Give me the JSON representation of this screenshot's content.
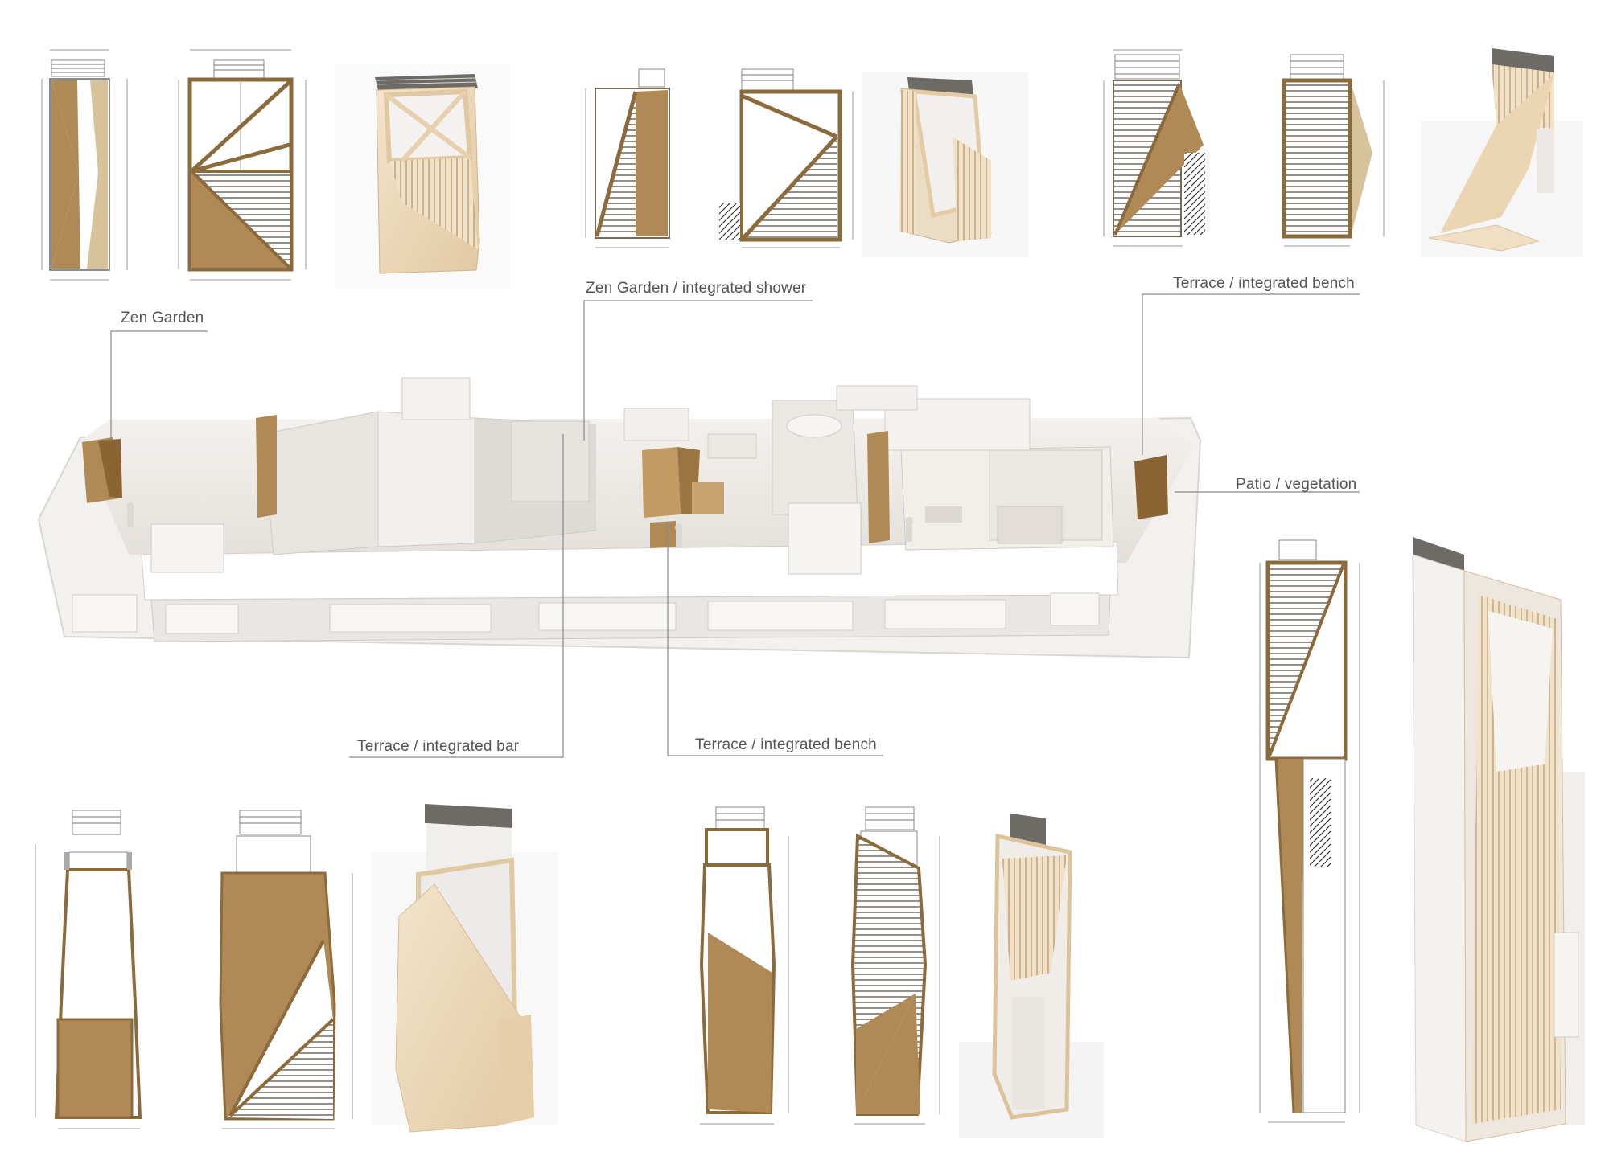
{
  "labels": {
    "zen_garden": "Zen Garden",
    "zen_garden_shower": "Zen Garden / integrated shower",
    "terrace_bench_top": "Terrace / integrated bench",
    "patio_vegetation": "Patio / vegetation",
    "terrace_bar": "Terrace / integrated bar",
    "terrace_bench_bottom": "Terrace / integrated bench"
  },
  "colors": {
    "wood_dark": "#b08a56",
    "wood_light": "#d8c29a",
    "wood_pale": "#ecd9bd",
    "model_white": "#efebe7",
    "dimension": "#9a9a9a"
  }
}
